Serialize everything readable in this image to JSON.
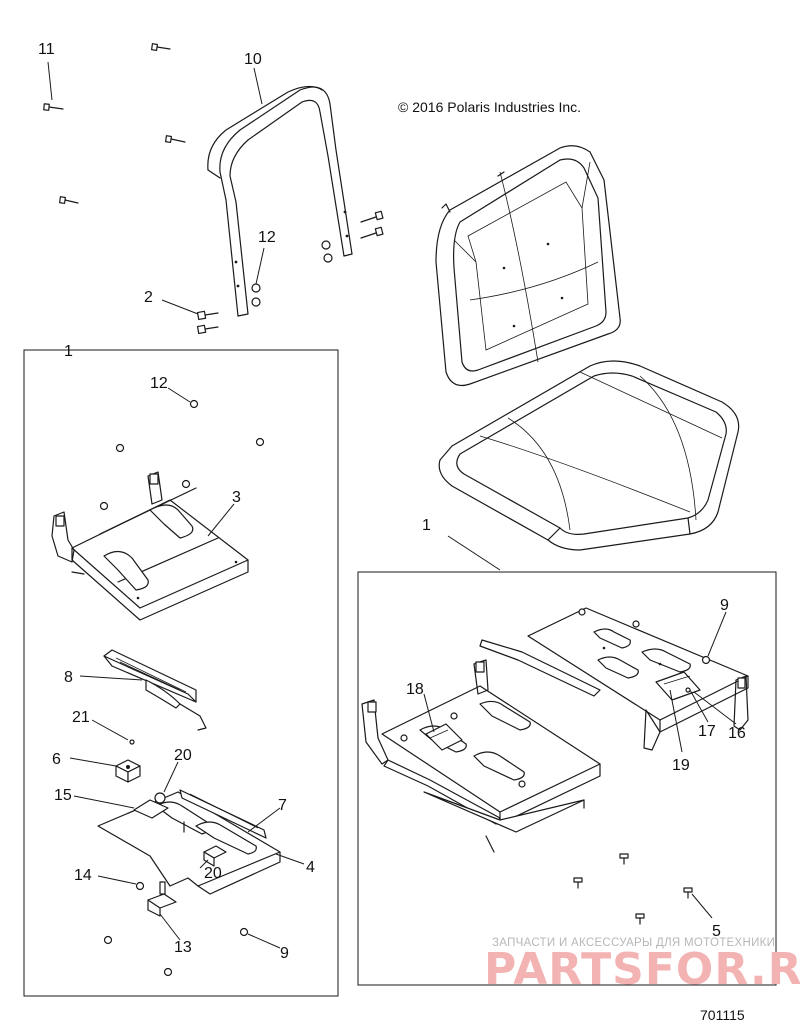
{
  "copyright": "© 2016 Polaris Industries Inc.",
  "document_number": "701115",
  "watermark": {
    "tagline": "ЗАПЧАСТИ И АКСЕССУАРЫ ДЛЯ МОТОТЕХНИКИ",
    "brand": "PARTSFOR.RU"
  },
  "callouts": {
    "c1_left": "1",
    "c1_right": "1",
    "c2": "2",
    "c3": "3",
    "c4": "4",
    "c5": "5",
    "c6": "6",
    "c7": "7",
    "c8": "8",
    "c9_left": "9",
    "c9_right": "9",
    "c10": "10",
    "c11": "11",
    "c12_top": "12",
    "c12_box": "12",
    "c13": "13",
    "c14": "14",
    "c15": "15",
    "c16": "16",
    "c17": "17",
    "c18": "18",
    "c19": "19",
    "c20_top": "20",
    "c20_bottom": "20",
    "c21": "21"
  }
}
